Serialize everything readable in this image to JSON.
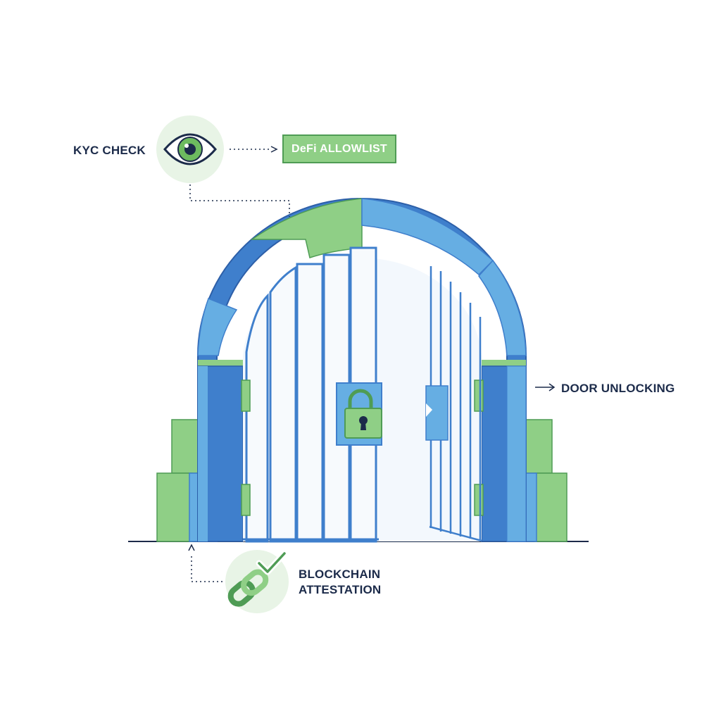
{
  "labels": {
    "kyc_check": "KYC CHECK",
    "defi_allowlist": "DeFi ALLOWLIST",
    "door_unlocking": "DOOR UNLOCKING",
    "blockchain_line1": "BLOCKCHAIN",
    "blockchain_line2": "ATTESTATION"
  },
  "icons": {
    "eye": "eye-icon",
    "padlock": "padlock-icon",
    "chain": "chain-link-icon",
    "check": "checkmark-icon"
  },
  "colors": {
    "blue_dark": "#3f7fcc",
    "blue_light": "#66aee3",
    "green": "#8fcf86",
    "green_dark": "#4f9c55",
    "navy": "#1c2b4a"
  }
}
